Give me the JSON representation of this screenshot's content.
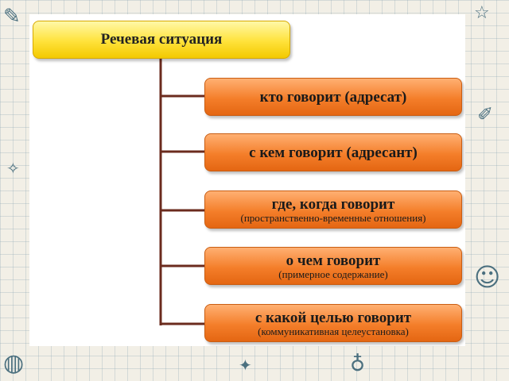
{
  "diagram": {
    "root": {
      "label": "Речевая ситуация"
    },
    "nodes": [
      {
        "label": "кто говорит (адресат)",
        "sub": ""
      },
      {
        "label": "с кем говорит (адресант)",
        "sub": ""
      },
      {
        "label": "где, когда говорит",
        "sub": "(пространственно-временные отношения)"
      },
      {
        "label": "о чем говорит",
        "sub": "(примерное содержание)"
      },
      {
        "label": "с какой целью говорит",
        "sub": "(коммуникативная целеустановка)"
      }
    ]
  },
  "colors": {
    "root": "#ffe23a",
    "node": "#f47e2a",
    "line": "#6b2b1e"
  },
  "decor": {
    "background_icons": [
      "globe-icon",
      "pencil-icon",
      "brush-icon",
      "smiley-face-icon",
      "apple-icon",
      "star-icon"
    ]
  }
}
